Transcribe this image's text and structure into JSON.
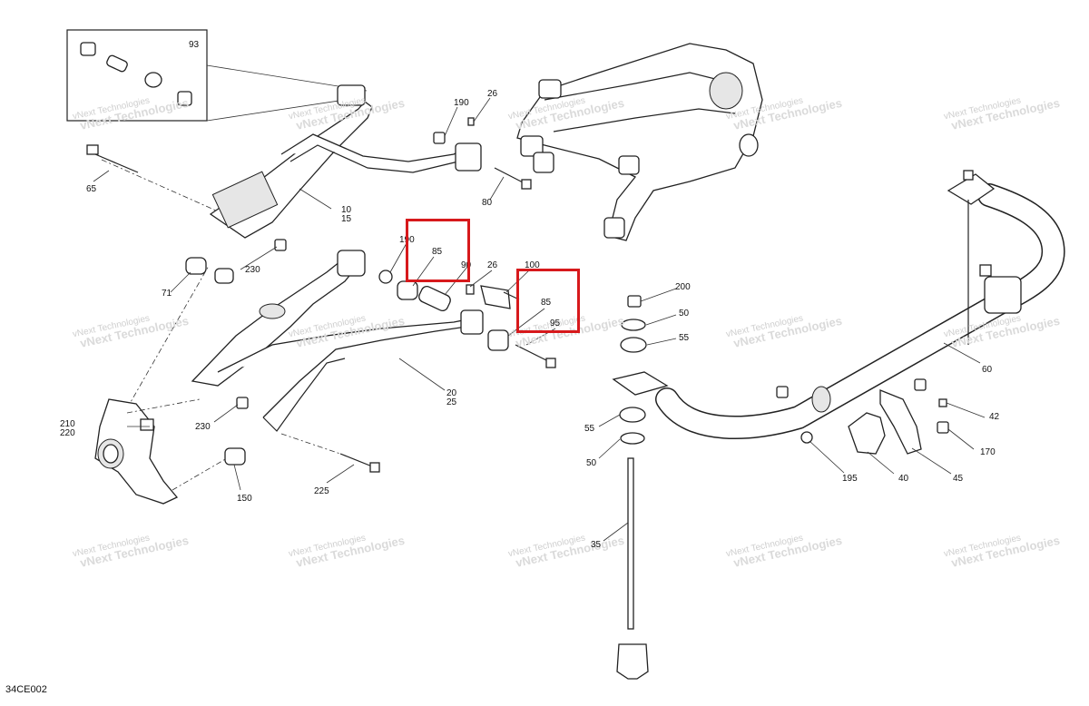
{
  "diagram": {
    "code": "34CE002",
    "watermark": {
      "line1": "vNext Technologies",
      "line2": "vNext Technologies"
    },
    "callouts": [
      {
        "id": "93",
        "text": "93"
      },
      {
        "id": "190a",
        "text": "190"
      },
      {
        "id": "26a",
        "text": "26"
      },
      {
        "id": "65",
        "text": "65"
      },
      {
        "id": "80",
        "text": "80"
      },
      {
        "id": "10",
        "text": "10"
      },
      {
        "id": "15",
        "text": "15"
      },
      {
        "id": "230a",
        "text": "230"
      },
      {
        "id": "71",
        "text": "71"
      },
      {
        "id": "190b",
        "text": "190"
      },
      {
        "id": "85a",
        "text": "85"
      },
      {
        "id": "90",
        "text": "90"
      },
      {
        "id": "26b",
        "text": "26"
      },
      {
        "id": "100",
        "text": "100"
      },
      {
        "id": "85b",
        "text": "85"
      },
      {
        "id": "95",
        "text": "95"
      },
      {
        "id": "200",
        "text": "200"
      },
      {
        "id": "50a",
        "text": "50"
      },
      {
        "id": "55a",
        "text": "55"
      },
      {
        "id": "20",
        "text": "20"
      },
      {
        "id": "25",
        "text": "25"
      },
      {
        "id": "210",
        "text": "210"
      },
      {
        "id": "220",
        "text": "220"
      },
      {
        "id": "230b",
        "text": "230"
      },
      {
        "id": "150",
        "text": "150"
      },
      {
        "id": "225",
        "text": "225"
      },
      {
        "id": "55b",
        "text": "55"
      },
      {
        "id": "50b",
        "text": "50"
      },
      {
        "id": "35",
        "text": "35"
      },
      {
        "id": "60",
        "text": "60"
      },
      {
        "id": "42",
        "text": "42"
      },
      {
        "id": "170",
        "text": "170"
      },
      {
        "id": "195",
        "text": "195"
      },
      {
        "id": "40",
        "text": "40"
      },
      {
        "id": "45",
        "text": "45"
      }
    ]
  }
}
